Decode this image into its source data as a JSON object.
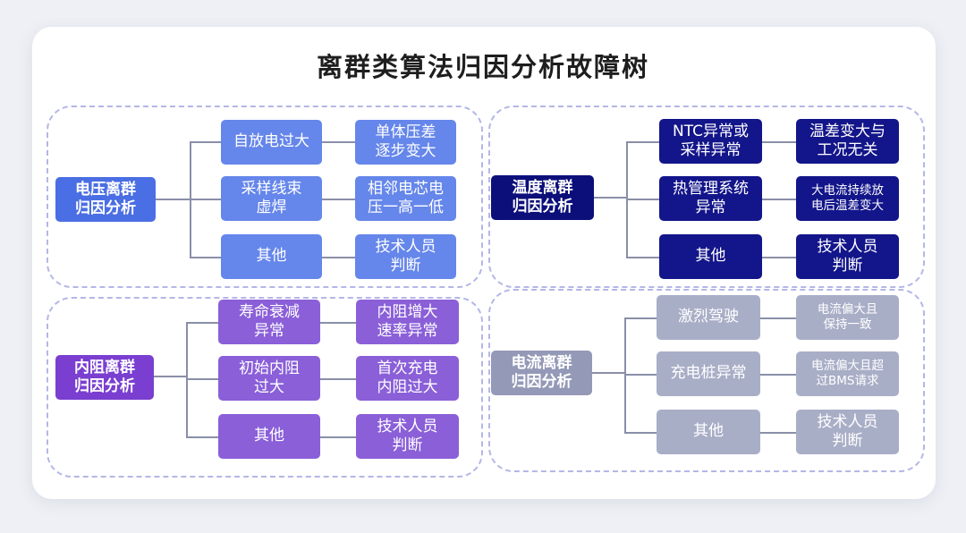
{
  "title": "离群类算法归因分析故障树",
  "groups": [
    {
      "root": "电压离群\n归因分析",
      "causes": [
        {
          "cause": "自放电过大",
          "result": "单体压差\n逐步变大"
        },
        {
          "cause": "采样线束\n虚焊",
          "result": "相邻电芯电\n压一高一低"
        },
        {
          "cause": "其他",
          "result": "技术人员\n判断"
        }
      ]
    },
    {
      "root": "温度离群\n归因分析",
      "causes": [
        {
          "cause": "NTC异常或\n采样异常",
          "result": "温差变大与\n工况无关"
        },
        {
          "cause": "热管理系统\n异常",
          "result": "大电流持续放\n电后温差变大"
        },
        {
          "cause": "其他",
          "result": "技术人员\n判断"
        }
      ]
    },
    {
      "root": "内阻离群\n归因分析",
      "causes": [
        {
          "cause": "寿命衰减\n异常",
          "result": "内阻增大\n速率异常"
        },
        {
          "cause": "初始内阻\n过大",
          "result": "首次充电\n内阻过大"
        },
        {
          "cause": "其他",
          "result": "技术人员\n判断"
        }
      ]
    },
    {
      "root": "电流离群\n归因分析",
      "causes": [
        {
          "cause": "激烈驾驶",
          "result": "电流偏大且\n保持一致"
        },
        {
          "cause": "充电桩异常",
          "result": "电流偏大且超\n过BMS请求"
        },
        {
          "cause": "其他",
          "result": "技术人员\n判断"
        }
      ]
    }
  ]
}
